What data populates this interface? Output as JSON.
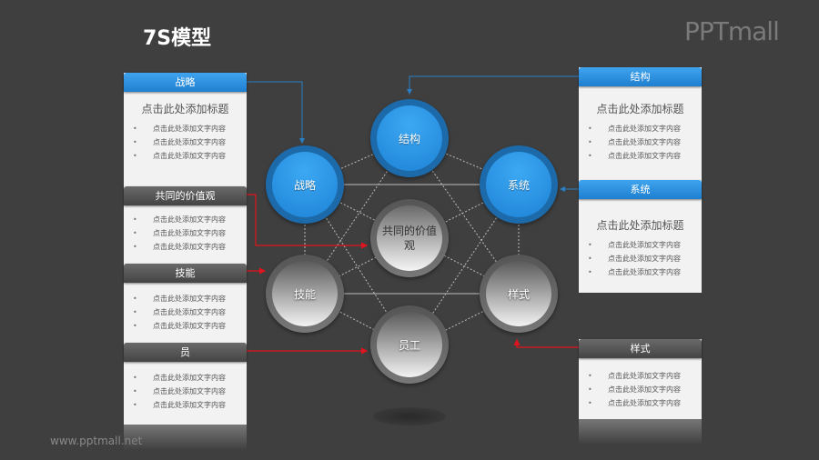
{
  "title": "7S模型",
  "logo": "PPTmall",
  "footer": "www.pptmall.net",
  "colors": {
    "background": "#3f3f3f",
    "blue": "#1f7fd0",
    "gray": "#555555",
    "arrow_blue": "#2a7fc4",
    "arrow_red": "#e0141e"
  },
  "nodes": {
    "structure": "结构",
    "strategy": "战略",
    "systems": "系统",
    "shared_values": "共同的价值观",
    "skills": "技能",
    "style": "样式",
    "staff": "员工"
  },
  "panels": {
    "strategy": {
      "header": "战略",
      "heading": "点击此处添加标题",
      "items": [
        "点击此处添加文字内容",
        "点击此处添加文字内容",
        "点击此处添加文字内容"
      ]
    },
    "shared_values": {
      "header": "共同的价值观",
      "items": [
        "点击此处添加文字内容",
        "点击此处添加文字内容",
        "点击此处添加文字内容"
      ]
    },
    "skills": {
      "header": "技能",
      "items": [
        "点击此处添加文字内容",
        "点击此处添加文字内容",
        "点击此处添加文字内容"
      ]
    },
    "staff": {
      "header": "员",
      "items": [
        "点击此处添加文字内容",
        "点击此处添加文字内容",
        "点击此处添加文字内容"
      ]
    },
    "structure": {
      "header": "结构",
      "heading": "点击此处添加标题",
      "items": [
        "点击此处添加文字内容",
        "点击此处添加文字内容",
        "点击此处添加文字内容"
      ]
    },
    "systems": {
      "header": "系统",
      "heading": "点击此处添加标题",
      "items": [
        "点击此处添加文字内容",
        "点击此处添加文字内容",
        "点击此处添加文字内容"
      ]
    },
    "style": {
      "header": "样式",
      "items": [
        "点击此处添加文字内容",
        "点击此处添加文字内容",
        "点击此处添加文字内容"
      ]
    }
  }
}
